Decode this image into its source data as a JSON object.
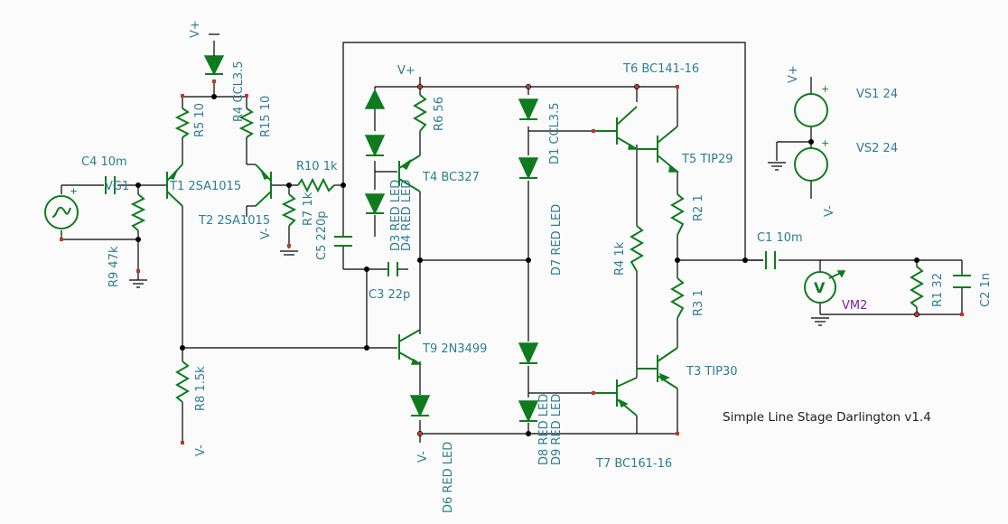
{
  "title": "Simple Line Stage Darlington v1.4",
  "colors": {
    "component": "#0f7b1f",
    "label": "#2d7d92",
    "wire": "#000000",
    "meter_label": "#7a1fa2",
    "background": "#fbfbfb"
  },
  "labels": {
    "vplus_top": "V+",
    "r4": "R4 CCL3.5",
    "r5": "R5 10",
    "r15": "R15 10",
    "c4": "C4 10m",
    "vg1": "VG1",
    "t1": "T1 2SA1015",
    "t2": "T2 2SA1015",
    "r9": "R9 47k",
    "r10": "R10 1k",
    "r7": "R7 1k",
    "c5": "C5 220p",
    "vminus_r7": "V-",
    "r8": "R8 1.5k",
    "vminus_r8": "V-",
    "vplus_mid": "V+",
    "r6": "R6 56",
    "t4": "T4 BC327",
    "d_stack_left": "D3 RED LED",
    "d_stack_left2": "D4 RED LED",
    "c3": "C3 22p",
    "t9": "T9 2N3499",
    "d6": "D6 RED LED",
    "vminus_d6": "V-",
    "d1": "D1 CCL3.5",
    "d7": "D7 RED LED",
    "d8": "D8 RED LED",
    "d9": "D9 RED LED",
    "t6": "T6 BC141-16",
    "t5": "T5 TIP29",
    "r4b": "R4 1k",
    "r2": "R2 1",
    "r3": "R3 1",
    "t3": "T3 TIP30",
    "t7": "T7 BC161-16",
    "c1": "C1 10m",
    "vm2": "VM2",
    "r1": "R1 32",
    "c2": "C2 1n",
    "vs1": "VS1 24",
    "vs2": "VS2 24",
    "vplus_vs": "V+",
    "vminus_vs": "V-",
    "meter_v": "V",
    "plus": "+"
  }
}
